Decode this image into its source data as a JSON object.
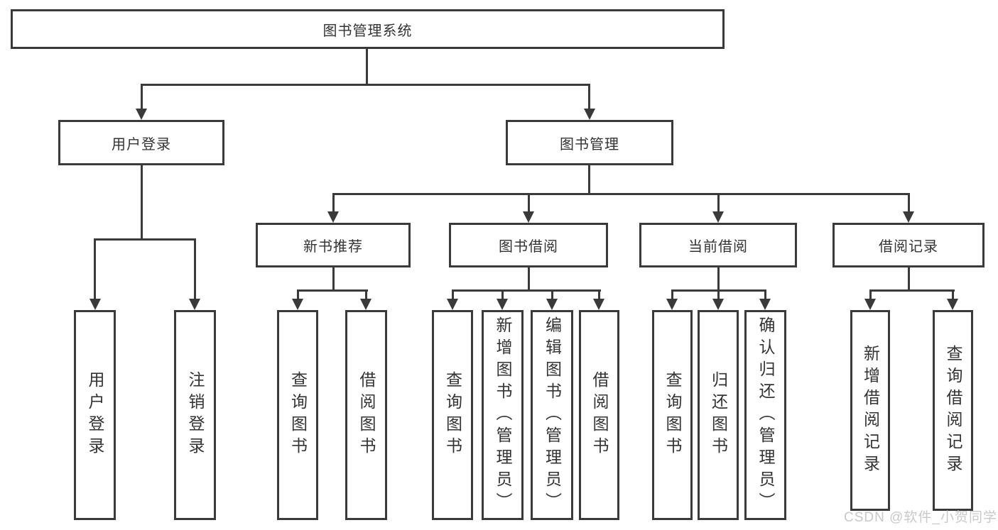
{
  "chart": {
    "root": {
      "label": "图书管理系统"
    },
    "branches": [
      {
        "label": "用户登录",
        "children": [
          {
            "label": "用户登录"
          },
          {
            "label": "注销登录"
          }
        ]
      },
      {
        "label": "图书管理",
        "children": [
          {
            "label": "新书推荐",
            "children": [
              {
                "label": "查询图书"
              },
              {
                "label": "借阅图书"
              }
            ]
          },
          {
            "label": "图书借阅",
            "children": [
              {
                "label": "查询图书"
              },
              {
                "label": "新增图书（管理员）"
              },
              {
                "label": "编辑图书（管理员）"
              },
              {
                "label": "借阅图书"
              }
            ]
          },
          {
            "label": "当前借阅",
            "children": [
              {
                "label": "查询图书"
              },
              {
                "label": "归还图书"
              },
              {
                "label": "确认归还（管理员）"
              }
            ]
          },
          {
            "label": "借阅记录",
            "children": [
              {
                "label": "新增借阅记录"
              },
              {
                "label": "查询借阅记录"
              }
            ]
          }
        ]
      }
    ],
    "watermark": "CSDN @软件_小贺同学",
    "colors": {
      "line": "#3a3a3a",
      "text": "#333333",
      "watermark": "#c9c9c9",
      "background": "#ffffff"
    }
  }
}
